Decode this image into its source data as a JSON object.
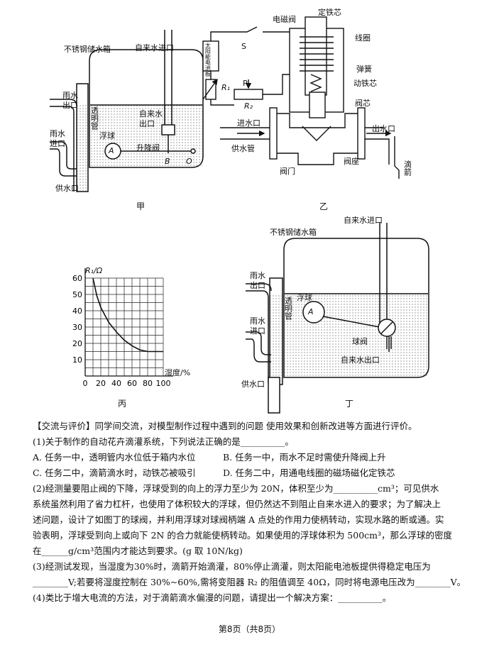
{
  "fig_jia": {
    "tank_label": "不锈钢储水箱",
    "inlet_label": "自来水进口",
    "rain_outlet": "雨水\n出口",
    "rain_inlet": "雨水\n进口",
    "tube_label": "透明管",
    "tap_outlet": "自来水\n出口",
    "float_label": "浮球",
    "valve_label": "升降阀",
    "point_a": "A",
    "point_b": "B",
    "point_o": "O",
    "supply_outlet": "供水口",
    "caption": "甲"
  },
  "fig_yi": {
    "solenoid": "电磁阀",
    "fixed_core": "定铁芯",
    "coil": "线圈",
    "spring": "弹簧",
    "moving_core": "动铁芯",
    "valve_core": "阀芯",
    "switch_s": "S",
    "battery": "太阳能电池板",
    "r1": "R₁",
    "p": "P",
    "r2": "R₂",
    "in_label": "进水口",
    "out_label": "出水口",
    "pipe_label": "供水管",
    "gate_label": "阀门",
    "seat_label": "阀座",
    "dripper_label": "滴箭",
    "caption": "乙"
  },
  "fig_bing": {
    "caption": "丙",
    "chart_data": {
      "type": "line",
      "ylabel": "R₁/Ω",
      "xlabel": "湿度/%",
      "x_ticks": [
        0,
        20,
        40,
        60,
        80,
        100
      ],
      "y_ticks": [
        10,
        20,
        30,
        40,
        50,
        60
      ],
      "xlim": [
        0,
        100
      ],
      "ylim": [
        0,
        60
      ],
      "grid": true,
      "x": [
        10,
        15,
        20,
        30,
        40,
        50,
        60,
        70,
        80,
        90,
        100
      ],
      "values": [
        60,
        49,
        42,
        33,
        27,
        22,
        18.5,
        16,
        15,
        15,
        15
      ]
    }
  },
  "fig_ding": {
    "inlet_label": "自来水进口",
    "tank_label": "不锈钢储水箱",
    "rain_outlet": "雨水\n出口",
    "rain_inlet": "雨水\n进口",
    "tube_label": "透明管",
    "float_label": "浮球",
    "point_a": "A",
    "ball_valve": "球阀",
    "tap_outlet": "自来水出口",
    "supply_outlet": "供水口",
    "caption": "丁"
  },
  "text": {
    "l1": "【交流与评价】同学间交流，对模型制作过程中遇到的问题  使用效果和创新改进等方面进行评价。",
    "l2": "(1)关于制作的自动花卉滴灌系统，下列说法正确的是__________。",
    "l3a": "A. 任务一中，透明管内水位低于箱内水位",
    "l3b": "B. 任务一中，雨水不足时需使升降阀上升",
    "l4a": "C. 任务二中，滴箭滴水时，动铁芯被吸引",
    "l4b": "D. 任务二中，用通电线圈的磁场磁化定铁芯",
    "l5": "(2)经测量要阻止阀的下降，浮球受到的向上的浮力至少为 20N，体积至少为__________cm³；可见供水",
    "l6": "系统虽然利用了省力杠杆，也使用了体积较大的浮球，但仍然达不到阻止自来水进入的要求；为了解决上",
    "l7": "述问题，设计了如图丁的球阀，并利用浮球对球阀柄端 A 点处的作用力使柄转动，实现水路的断或通。实",
    "l8": "验表明，浮球受到向上或向下 2N 的合力就能使柄转动。如果使用的浮球体积为 500cm³，那么浮球的密度",
    "l9": "在______g/cm³范围内才能达到要求。(g 取 10N/kg)",
    "l10": "(3)经测试发现，当湿度为30%时，滴箭开始滴灌，80%停止滴灌，则太阳能电池板提供得稳定电压为",
    "l11": "________V;若要将湿度控制在 30%~60%,需将变阻器 R₂ 的阻值调至 40Ω，同时将电源电压改为________V。",
    "l12": "(4)类比于增大电流的方法，对于滴箭滴水偏漫的问题，请提出一个解决方案：__________。"
  },
  "footer": "第8页（共8页）"
}
